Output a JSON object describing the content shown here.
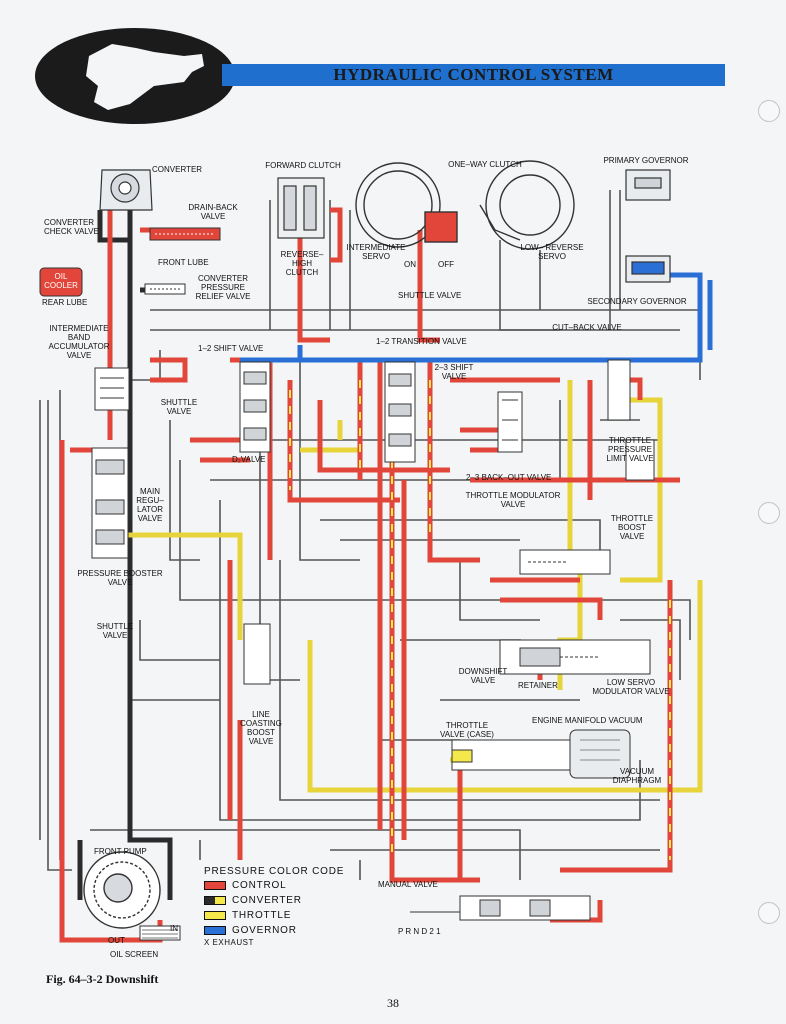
{
  "header": {
    "title": "HYDRAULIC CONTROL SYSTEM"
  },
  "colors": {
    "control": "#e2463a",
    "converter": "#2b2b2b",
    "throttle": "#f5e84a",
    "governor": "#2a6fd6",
    "header_bar": "#1f6fcf",
    "line": "#555555"
  },
  "labels": {
    "converter": "CONVERTER",
    "forward_clutch": "FORWARD CLUTCH",
    "one_way_clutch": "ONE–WAY CLUTCH",
    "primary_governor": "PRIMARY GOVERNOR",
    "drain_back_valve": "DRAIN-BACK\nVALVE",
    "converter_check_valve": "CONVERTER\nCHECK VALVE",
    "front_lube": "FRONT LUBE",
    "oil_cooler": "OIL\nCOOLER",
    "rear_lube": "REAR LUBE",
    "converter_pressure_relief": "CONVERTER\nPRESSURE\nRELIEF VALVE",
    "reverse_high_clutch": "REVERSE–\nHIGH\nCLUTCH",
    "intermediate_servo": "INTERMEDIATE\nSERVO",
    "on": "ON",
    "off": "OFF",
    "low_reverse_servo": "LOW–  REVERSE\nSERVO",
    "shuttle_valve_top": "SHUTTLE VALVE",
    "secondary_governor": "SECONDARY GOVERNOR",
    "cut_back_valve": "CUT–BACK VALVE",
    "intermediate_band_accumulator": "INTERMEDIATE\nBAND\nACCUMULATOR\nVALVE",
    "shift_12": "1–2 SHIFT VALVE",
    "transition_12": "1–2 TRANSITION VALVE",
    "shift_23": "2–3 SHIFT\nVALVE",
    "shuttle_valve_left": "SHUTTLE\nVALVE",
    "d2_valve": "D₂VALVE",
    "throttle_pressure_limit": "THROTTLE\nPRESSURE\nLIMIT VALVE",
    "backout_23": "2–3 BACK–OUT VALVE",
    "main_regulator": "MAIN\nREGU–\nLATOR\nVALVE",
    "throttle_modulator": "THROTTLE MODULATOR\nVALVE",
    "throttle_boost": "THROTTLE\nBOOST\nVALVE",
    "pressure_booster": "PRESSURE BOOSTER\nVALVE",
    "shuttle_valve_mid": "SHUTTLE\nVALVE",
    "downshift_valve": "DOWNSHIFT\nVALVE",
    "retainer": "RETAINER",
    "low_servo_modulator": "LOW SERVO\nMODULATOR VALVE",
    "line_coasting_boost": "LINE\nCOASTING\nBOOST\nVALVE",
    "throttle_valve_case": "THROTTLE\nVALVE (CASE)",
    "engine_manifold_vacuum": "ENGINE MANIFOLD VACUUM",
    "vacuum_diaphragm": "VACUUM\nDIAPHRAGM",
    "front_pump": "FRONT PUMP",
    "manual_valve": "MANUAL VALVE",
    "prnd21": "P  R N D 2  1",
    "out": "OUT",
    "in": "IN",
    "oil_screen": "OIL SCREEN"
  },
  "legend": {
    "title": "PRESSURE COLOR CODE",
    "items": [
      {
        "label": "CONTROL",
        "color": "#e2463a"
      },
      {
        "label": "CONVERTER",
        "color": "#2b2b2b"
      },
      {
        "label": "THROTTLE",
        "color": "#f5e84a"
      },
      {
        "label": "GOVERNOR",
        "color": "#2a6fd6"
      }
    ],
    "exhaust": "X  EXHAUST"
  },
  "caption": "Fig. 64–3-2 Downshift",
  "page_number": "38"
}
